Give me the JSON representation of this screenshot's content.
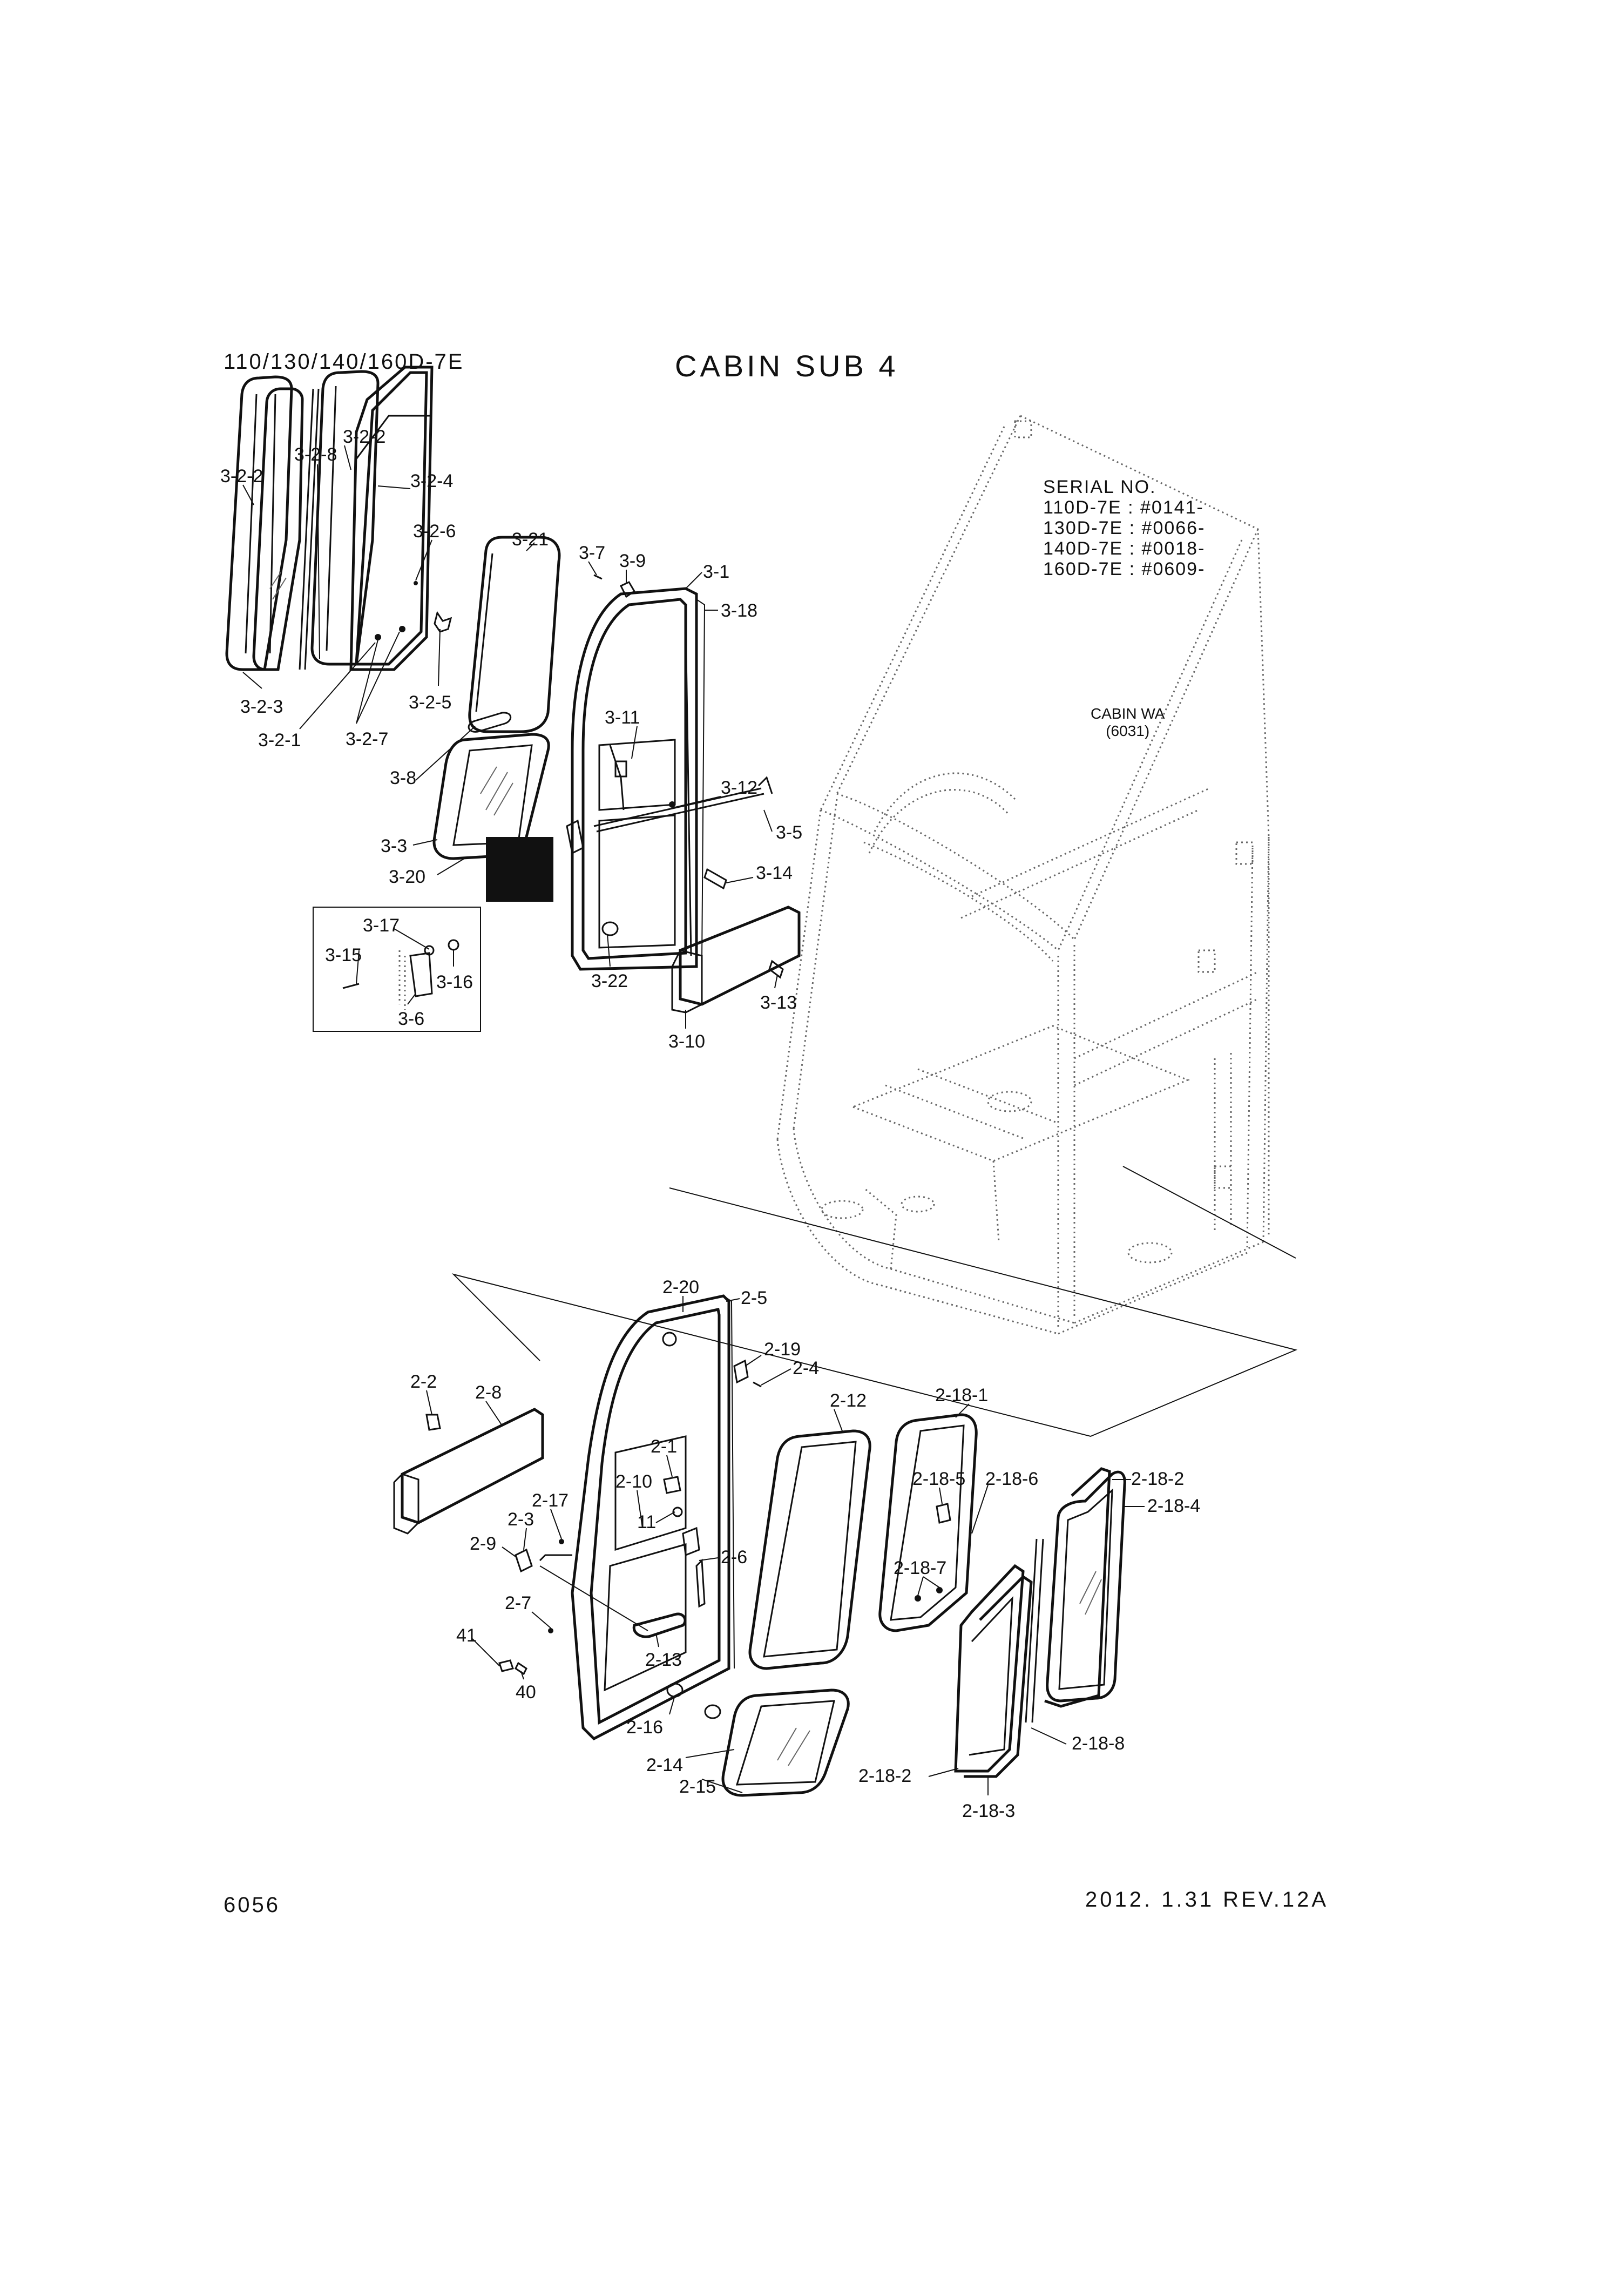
{
  "header": {
    "model": "110/130/140/160D-7E",
    "title": "CABIN SUB 4"
  },
  "serial": {
    "heading": "SERIAL NO.",
    "lines": [
      "110D-7E : #0141-",
      "130D-7E : #0066-",
      "140D-7E : #0018-",
      "160D-7E : #0609-"
    ]
  },
  "cabin_ref": {
    "name": "CABIN WA",
    "code": "(6031)"
  },
  "footer": {
    "page": "6056",
    "revision": "2012. 1.31  REV.12A"
  },
  "callouts": {
    "p3_2_2a": "3-2-2",
    "p3_2_8": "3-2-8",
    "p3_2_2b": "3-2-2",
    "p3_2_4": "3-2-4",
    "p3_2_6": "3-2-6",
    "p3_21": "3-21",
    "p3_7": "3-7",
    "p3_9": "3-9",
    "p3_1": "3-1",
    "p3_18": "3-18",
    "p3_2_5": "3-2-5",
    "p3_2_3": "3-2-3",
    "p3_2_1": "3-2-1",
    "p3_2_7": "3-2-7",
    "p3_11": "3-11",
    "p3_8": "3-8",
    "p3_12": "3-12",
    "p3_5": "3-5",
    "p3_3": "3-3",
    "p3_20": "3-20",
    "p3_14": "3-14",
    "p3_17": "3-17",
    "p3_15": "3-15",
    "p3_16": "3-16",
    "p3_6": "3-6",
    "p3_22": "3-22",
    "p3_13": "3-13",
    "p3_10": "3-10",
    "p2_20": "2-20",
    "p2_5": "2-5",
    "p2_19": "2-19",
    "p2_4": "2-4",
    "p2_2": "2-2",
    "p2_8": "2-8",
    "p2_12": "2-12",
    "p2_18_1": "2-18-1",
    "p2_1": "2-1",
    "p2_10": "2-10",
    "p2_18_5": "2-18-5",
    "p2_18_6": "2-18-6",
    "p2_18_2a": "2-18-2",
    "p2_18_4": "2-18-4",
    "p2_17": "2-17",
    "p2_3": "2-3",
    "p11": "11",
    "p2_9": "2-9",
    "p2_6": "2-6",
    "p2_18_7": "2-18-7",
    "p2_7": "2-7",
    "p2_13": "2-13",
    "p41": "41",
    "p40": "40",
    "p2_16": "2-16",
    "p2_18_8": "2-18-8",
    "p2_14": "2-14",
    "p2_18_2b": "2-18-2",
    "p2_15": "2-15",
    "p2_18_3": "2-18-3"
  }
}
